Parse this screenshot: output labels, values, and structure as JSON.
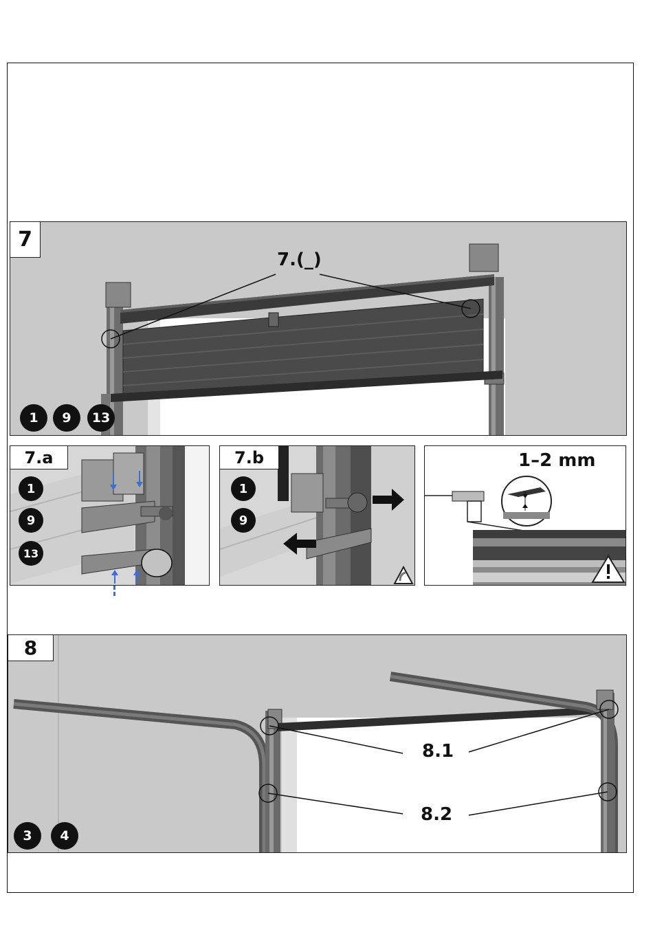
{
  "step7": {
    "number": "7",
    "callout": "7.(_)",
    "tools": [
      "1",
      "9",
      "13"
    ]
  },
  "step7a": {
    "number": "7.a",
    "tools": [
      "1",
      "9",
      "13"
    ]
  },
  "step7b": {
    "number": "7.b",
    "tools": [
      "1",
      "9"
    ]
  },
  "gap": {
    "measure": "1–2 mm"
  },
  "step8": {
    "number": "8",
    "callout1": "8.1",
    "callout2": "8.2",
    "tools": [
      "3",
      "4"
    ]
  }
}
